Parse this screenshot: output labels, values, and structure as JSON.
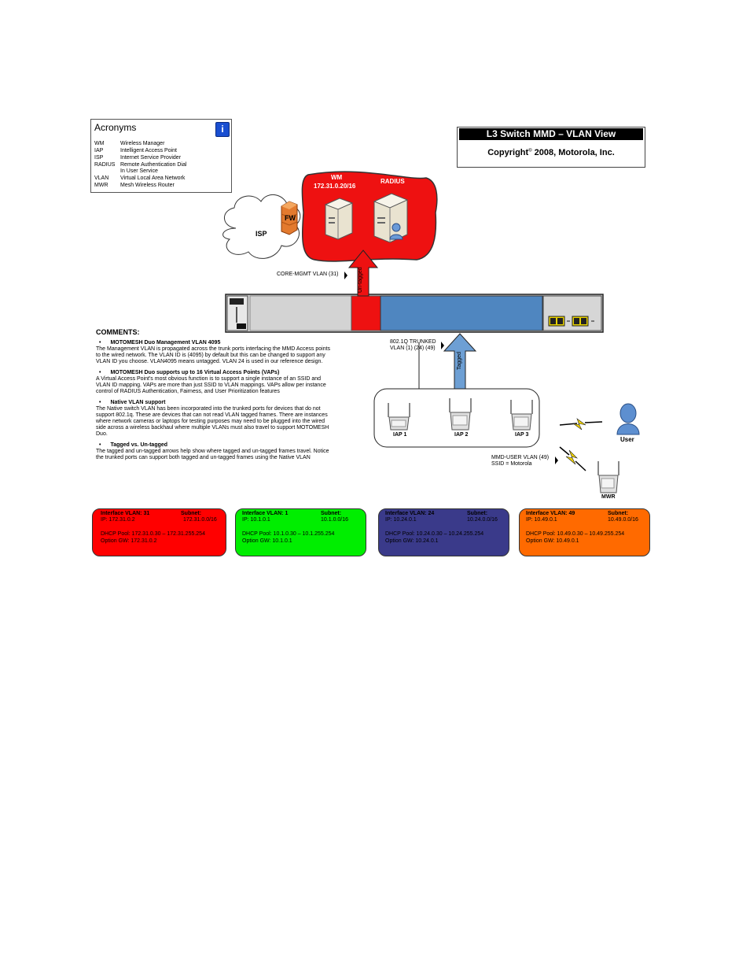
{
  "acronyms": {
    "title": "Acronyms",
    "info_icon": "info-icon",
    "items": [
      {
        "abbr": "WM",
        "text": "Wireless Manager"
      },
      {
        "abbr": "IAP",
        "text": "Intelligent Access Point"
      },
      {
        "abbr": "ISP",
        "text": "Internet Service Provider"
      },
      {
        "abbr": "RADIUS",
        "text": "Remote Authentication Dial"
      },
      {
        "abbr": "",
        "text": "In User Service"
      },
      {
        "abbr": "VLAN",
        "text": "Virtual Local Area Network"
      },
      {
        "abbr": "MWR",
        "text": "Mesh Wireless Router"
      }
    ]
  },
  "title_box": {
    "title": "L3 Switch MMD – VLAN View",
    "copyright_prefix": "Copyright",
    "copyright_symbol": "©",
    "copyright_suffix": " 2008, Motorola, Inc."
  },
  "cloud": {
    "isp_label": "ISP",
    "fw_label": "FW"
  },
  "red_zone": {
    "wm_label": "WM",
    "wm_subnet": "172.31.0.20/16",
    "radius_label": "RADIUS"
  },
  "core_mgmt_vlan": "CORE-MGMT VLAN (31)",
  "untagged_label": "Un-tagged",
  "trunk_label_line1": "802.1Q TRUNKED",
  "trunk_label_line2": "VLAN (1) (24) (49)",
  "tagged_label": "Tagged",
  "iaps": [
    "IAP 1",
    "IAP 2",
    "IAP 3"
  ],
  "user_label": "User",
  "mwr_label": "MWR",
  "mmd_user_vlan_line1": "MMD-USER VLAN (49)",
  "mmd_user_vlan_line2": "SSID = Motorola",
  "comments": {
    "heading": "COMMENTS:",
    "sections": [
      {
        "title": "MOTOMESH Duo Management VLAN 4095",
        "body": "The Management VLAN is propagated across the trunk ports interfacing the MMD Access points to the wired network. The VLAN ID is (4095) by default but this can be changed to support any VLAN ID you choose. VLAN4095 means untagged. VLAN 24 is used in our reference design."
      },
      {
        "title": "MOTOMESH Duo supports up to 16 Virtual Access Points (VAPs)",
        "body": "A Virtual Access Point's most obvious function is to support a single instance of an SSID and VLAN ID mapping. VAPs are more than just SSID to VLAN mappings. VAPs allow per instance control of RADIUS Authentication, Fairness, and User Prioritization features"
      },
      {
        "title": "Native VLAN support",
        "body": "The Native switch VLAN has been incorporated into the trunked ports for devices that do not support 802.1q. These are devices that can not read VLAN tagged frames. There are instances where network cameras or laptops for testing purposes may need to be plugged into the wired side across a wireless backhaul where multiple VLANs must also travel to support MOTOMESH Duo."
      },
      {
        "title": "Tagged vs. Un-tagged",
        "body": "The tagged and un-tagged arrows help show where tagged and un-tagged frames travel. Notice the trunked ports can support both tagged and un-tagged frames using the Native VLAN"
      }
    ]
  },
  "vlan_boxes": [
    {
      "color": "#ff0000",
      "vlan": "Interface VLAN: 31",
      "subnet_label": "Subnet:",
      "ip": "IP: 172.31.0.2",
      "subnet": "172.31.0.0/16",
      "pool": "DHCP Pool: 172.31.0.30 – 172.31.255.254",
      "gw": "Option GW: 172.31.0.2"
    },
    {
      "color": "#00ee00",
      "vlan": "Interface VLAN: 1",
      "subnet_label": "Subnet:",
      "ip": "IP: 10.1.0.1",
      "subnet": "10.1.0.0/16",
      "pool": "DHCP Pool: 10.1.0.30 – 10.1.255.254",
      "gw": "Option GW: 10.1.0.1"
    },
    {
      "color": "#3a3a8a",
      "vlan": "Interface VLAN: 24",
      "subnet_label": "Subnet:",
      "ip": "IP: 10.24.0.1",
      "subnet": "10.24.0.0/16",
      "pool": "DHCP Pool: 10.24.0.30 – 10.24.255.254",
      "gw": "Option GW: 10.24.0.1"
    },
    {
      "color": "#ff6a00",
      "vlan": "Interface VLAN: 49",
      "subnet_label": "Subnet:",
      "ip": "IP: 10.49.0.1",
      "subnet": "10.49.0.0/16",
      "pool": "DHCP Pool: 10.49.0.30 – 10.49.255.254",
      "gw": "Option GW: 10.49.0.1"
    }
  ]
}
